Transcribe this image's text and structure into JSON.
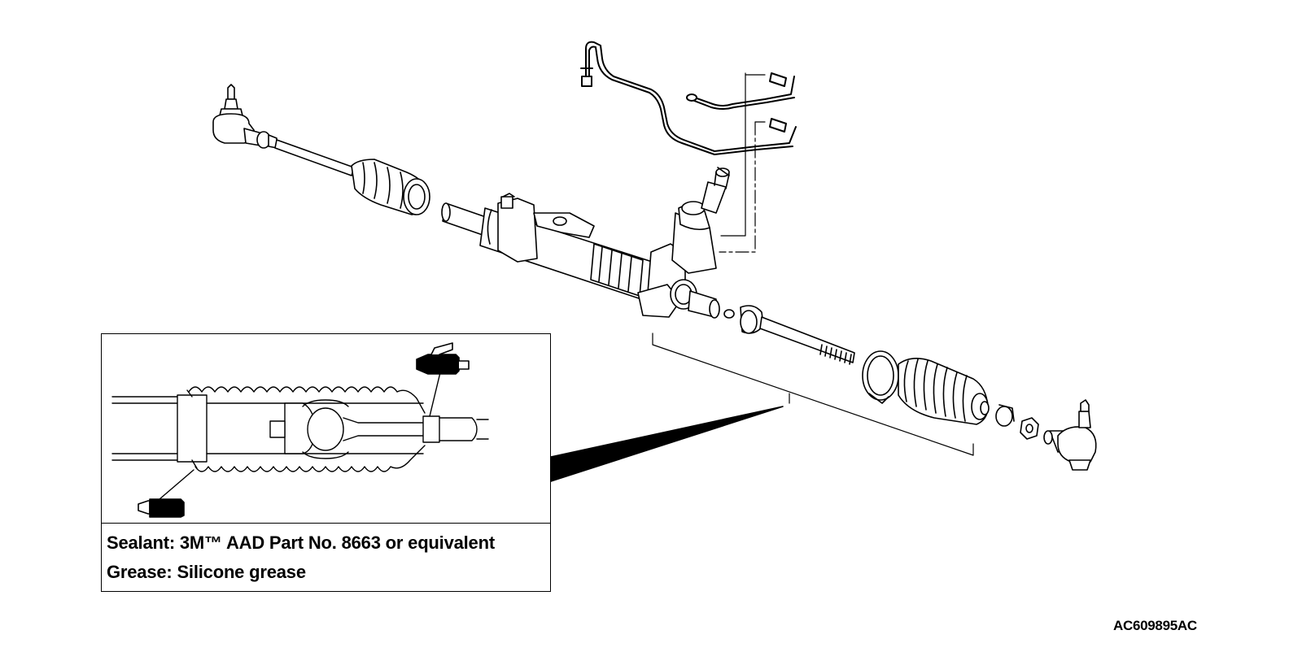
{
  "figure": {
    "id": "AC609895AC"
  },
  "inset": {
    "sealant_label": "Sealant: 3M™ AAD Part No. 8663 or equivalent",
    "grease_label": "Grease: Silicone grease"
  },
  "icons": {
    "sealant_tube": "sealant-tube-icon",
    "grease_tube": "grease-tube-icon"
  },
  "colors": {
    "ink": "#000000",
    "paper": "#ffffff"
  }
}
